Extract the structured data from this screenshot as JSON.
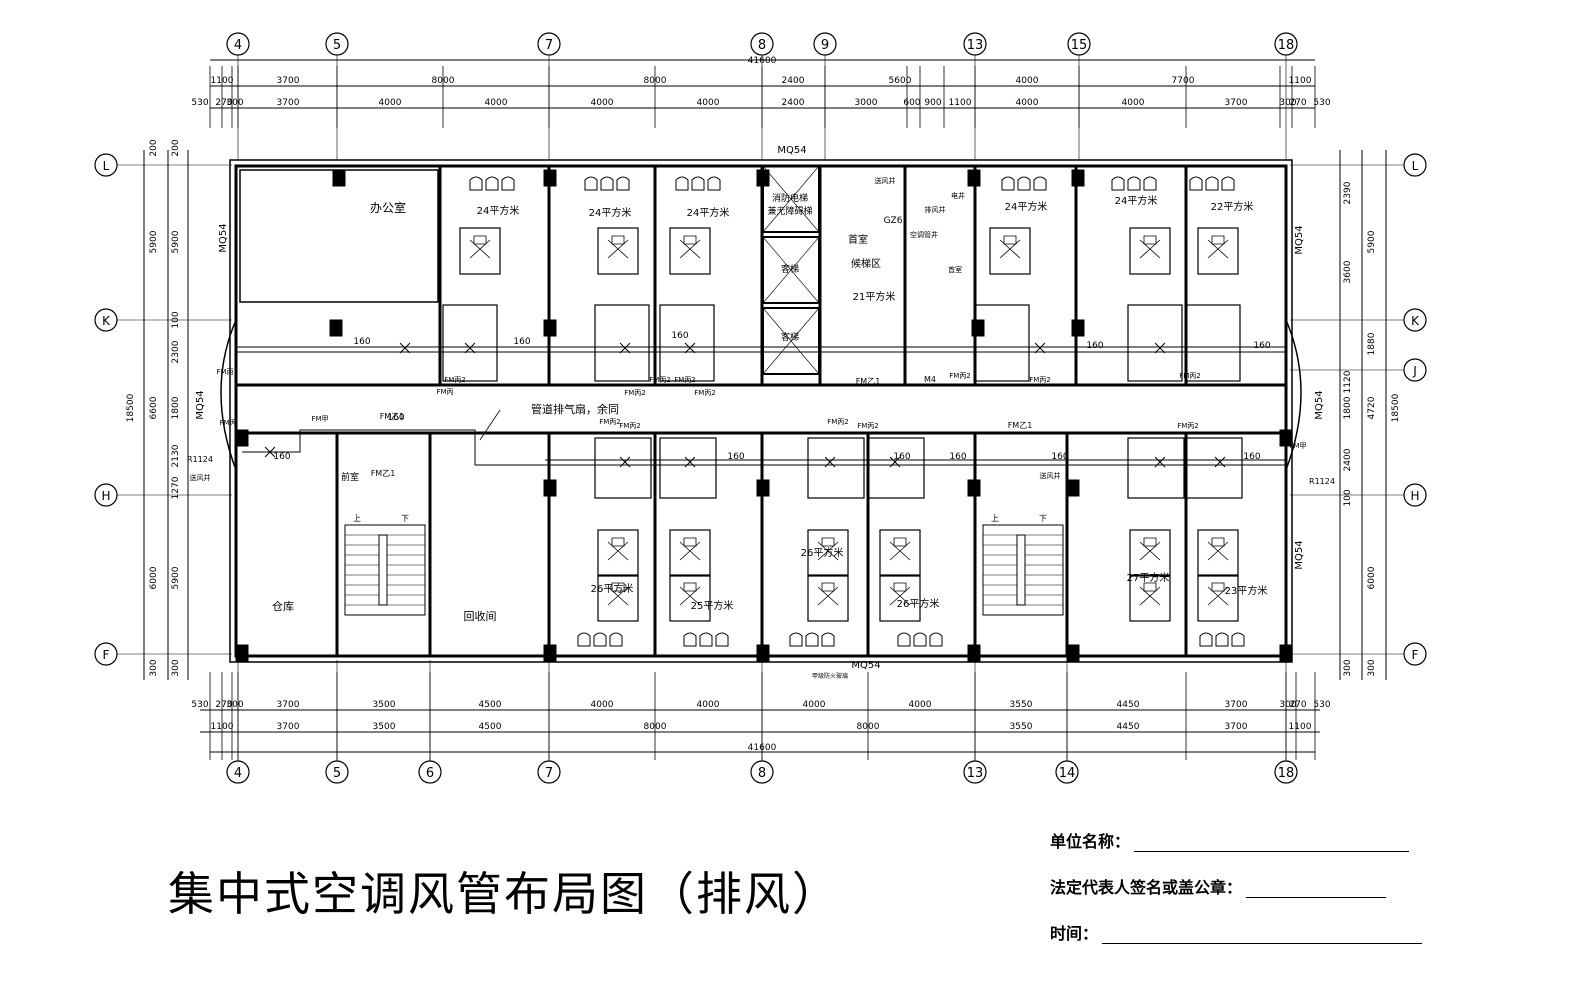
{
  "title": "集中式空调风管布局图（排风）",
  "sign": {
    "unit_label": "单位名称：",
    "rep_label": "法定代表人签名或盖公章：",
    "time_label": "时间："
  },
  "plan": {
    "axes_top": [
      "4",
      "5",
      "7",
      "8",
      "9",
      "13",
      "15",
      "18"
    ],
    "axes_bottom": [
      "4",
      "5",
      "6",
      "7",
      "8",
      "13",
      "14",
      "18"
    ],
    "axes_left": [
      "L",
      "K",
      "H",
      "F"
    ],
    "axes_right": [
      "L",
      "K",
      "J",
      "H",
      "F"
    ],
    "top_total": "41600",
    "top_dims_1": [
      "1100",
      "3700",
      "8000",
      "8000",
      "2400",
      "5600",
      "4000",
      "7700",
      "1100"
    ],
    "top_dims_2": [
      "530",
      "270",
      "300",
      "3700",
      "4000",
      "4000",
      "4000",
      "4000",
      "2400",
      "3000",
      "600",
      "900",
      "1100",
      "4000",
      "4000",
      "3700",
      "300",
      "270",
      "530"
    ],
    "bottom_dims_1": [
      "530",
      "270",
      "300",
      "3700",
      "3500",
      "4500",
      "4000",
      "4000",
      "4000",
      "4000",
      "3550",
      "4450",
      "3700",
      "300",
      "270",
      "530"
    ],
    "bottom_dims_2": [
      "1100",
      "3700",
      "3500",
      "4500",
      "8000",
      "8000",
      "3550",
      "4450",
      "3700",
      "1100"
    ],
    "bottom_total": "41600",
    "left_dims_outer": [
      "200",
      "5900",
      "2300",
      "1800",
      "2130",
      "1270",
      "6000",
      "300",
      "18500",
      "6600"
    ],
    "left_dims_inner": [
      "200",
      "5900",
      "100",
      "1800",
      "5900",
      "300"
    ],
    "right_dims_outer": [
      "5900",
      "1880",
      "4720",
      "6000",
      "300",
      "18500"
    ],
    "right_dims_inner": [
      "2390",
      "3600",
      "1880",
      "1120",
      "1800",
      "2400",
      "100",
      "5900",
      "300"
    ],
    "wall_labels": [
      "MQ54",
      "MQ54",
      "MQ54",
      "MQ54",
      "MQ54",
      "MQ54",
      "MQ54"
    ],
    "rooms": [
      "办公室",
      "24平方米",
      "24平方米",
      "24平方米",
      "消防电梯",
      "兼无障碍梯",
      "客梯",
      "客梯",
      "首室",
      "候梯区",
      "21平方米",
      "24平方米",
      "24平方米",
      "22平方米",
      "排风井",
      "空调管井",
      "电井",
      "送风井",
      "仓库",
      "前室",
      "回收间",
      "26平方米",
      "25平方米",
      "26平方米",
      "26平方米",
      "27平方米",
      "23平方米",
      "送风井",
      "首室",
      "FM乙1",
      "FM乙1",
      "FM乙1",
      "FM乙1",
      "FM乙1 (w)",
      "M4"
    ],
    "ducts": [
      "160",
      "160",
      "160",
      "160",
      "160",
      "160",
      "160",
      "160",
      "160",
      "160",
      "160",
      "160"
    ],
    "fm_labels": [
      "FM丙",
      "FM丙",
      "FM丙",
      "FM丙2",
      "FM丙2",
      "FM丙2",
      "FM丙2",
      "FM丙2",
      "FM丙2",
      "FM丙2",
      "FM丙2",
      "FM丙2",
      "FM丙2",
      "FM丙2",
      "FM丙2",
      "FM丙2",
      "FM甲",
      "FM甲"
    ],
    "note": "管道排气扇，余同",
    "stair_up": [
      "上",
      "上"
    ],
    "stair_down": [
      "下",
      "下"
    ],
    "r_labels": [
      "R1124",
      "R1124"
    ],
    "gz": "GZ6",
    "extra": [
      "送风井",
      "甲级防火玻璃"
    ]
  }
}
